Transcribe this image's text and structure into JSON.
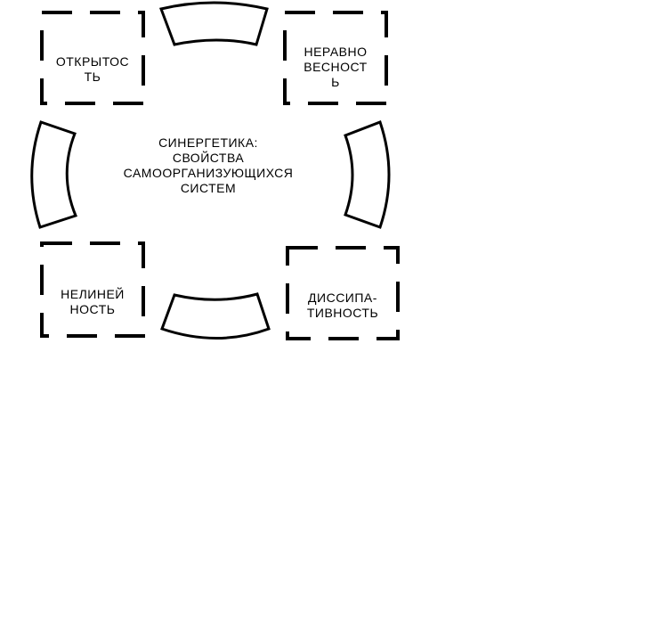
{
  "colors": {
    "stroke": "#000000",
    "text": "#000000",
    "background": "#ffffff"
  },
  "center": {
    "line1": "СИНЕРГЕТИКА:",
    "line2": "СВОЙСТВА",
    "line3": "САМООРГАНИЗУЮЩИХСЯ",
    "line4": "СИСТЕМ"
  },
  "boxes": {
    "openness": {
      "line1": "ОТКРЫТОС",
      "line2": "ТЬ"
    },
    "nonequilibrium": {
      "line1": "НЕРАВНО",
      "line2": "ВЕСНОСТ",
      "line3": "Ь"
    },
    "nonlinearity": {
      "line1": "НЕЛИНЕЙ",
      "line2": "НОСТЬ"
    },
    "dissipativity": {
      "line1": "ДИССИПА-",
      "line2": "ТИВНОСТЬ"
    }
  }
}
